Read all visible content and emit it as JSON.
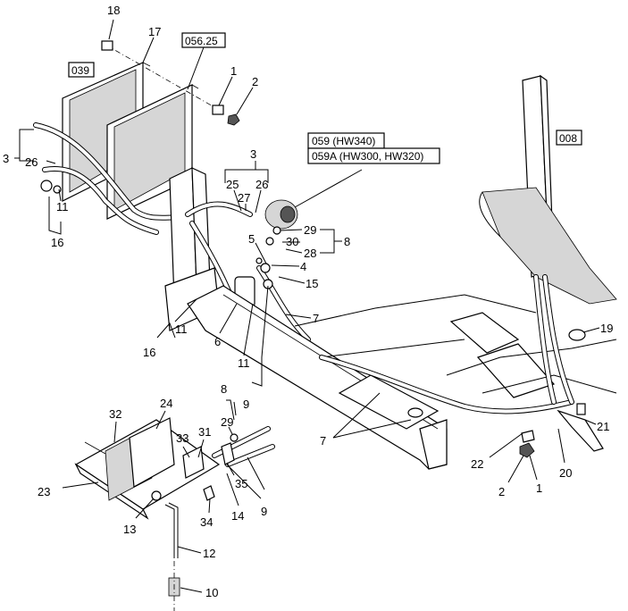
{
  "reference_boxes": {
    "ref_039": "039",
    "ref_056_25": "056.25",
    "ref_059": "059 (HW340)",
    "ref_059a": "059A (HW300, HW320)",
    "ref_008": "008"
  },
  "callouts": {
    "c18": "18",
    "c17": "17",
    "c1_top": "1",
    "c2_top": "2",
    "c3_left": "3",
    "c26_left": "26",
    "c11_left": "11",
    "c16_left": "16",
    "c3_mid": "3",
    "c25": "25",
    "c26_mid": "26",
    "c27": "27",
    "c29_top": "29",
    "c30": "30",
    "c28": "28",
    "c8_top": "8",
    "c5": "5",
    "c4": "4",
    "c15": "15",
    "c7_top": "7",
    "c11_mid": "11",
    "c16_mid": "16",
    "c6": "6",
    "c11_low": "11",
    "c9_top": "9",
    "c19": "19",
    "c7_bot": "7",
    "c21": "21",
    "c22": "22",
    "c20": "20",
    "c2_bot": "2",
    "c1_bot": "1",
    "c32": "32",
    "c24": "24",
    "c33": "33",
    "c31": "31",
    "c8_low": "8",
    "c29_low": "29",
    "c23": "23",
    "c35": "35",
    "c9_low": "9",
    "c13": "13",
    "c34": "34",
    "c14": "14",
    "c12": "12",
    "c10": "10"
  }
}
